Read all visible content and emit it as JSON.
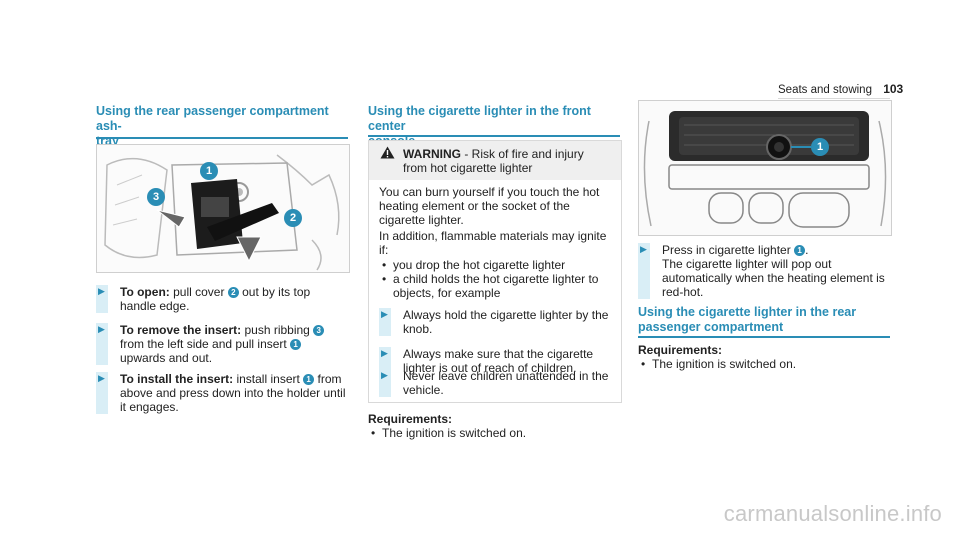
{
  "header": {
    "section": "Seats and stowing",
    "page": "103"
  },
  "col1": {
    "title_line1": "Using the rear passenger compartment ash-",
    "title_line2": "tray",
    "figure_callouts": [
      "1",
      "2",
      "3"
    ],
    "step1": {
      "lead": "To open:",
      "a": " pull cover ",
      "n1": "2",
      "b": " out by its top handle edge."
    },
    "step2": {
      "lead": "To remove the insert:",
      "a": " push ribbing ",
      "n1": "3",
      "b": " from the left side and pull insert ",
      "n2": "1",
      "c": " upwards and out."
    },
    "step3": {
      "lead": "To install the insert:",
      "a": " install insert ",
      "n1": "1",
      "b": " from above and press down into the holder until it engages."
    }
  },
  "col2": {
    "title_line1": "Using the cigarette lighter in the front center",
    "title_line2": "console",
    "warning": {
      "label": "WARNING",
      "headline": " - Risk of fire and injury from hot cigarette lighter",
      "p1": "You can burn yourself if you touch the hot heating element or the socket of the cigarette lighter.",
      "p2": "In addition, flammable materials may ignite if:",
      "bullets": [
        "you drop the hot cigarette lighter",
        "a child holds the hot cigarette lighter to objects, for example"
      ],
      "steps": [
        "Always hold the cigarette lighter by the knob.",
        "Always make sure that the cigarette lighter is out of reach of children.",
        "Never leave children unattended in the vehicle."
      ]
    },
    "req_label": "Requirements:",
    "req_item": "The ignition is switched on."
  },
  "col3": {
    "figure_callouts": [
      "1"
    ],
    "step": {
      "a": "Press in cigarette lighter ",
      "n1": "1",
      "b": ".",
      "c": "The cigarette lighter will pop out automatically when the heating element is red-hot."
    },
    "title_line1": "Using the cigarette lighter in the rear",
    "title_line2": "passenger compartment",
    "req_label": "Requirements:",
    "req_item": "The ignition is switched on."
  },
  "watermark": "carmanualsonline.info",
  "colors": {
    "accent": "#2a8db5",
    "step_bar": "#d9eef6",
    "warning_bg": "#efefef"
  }
}
